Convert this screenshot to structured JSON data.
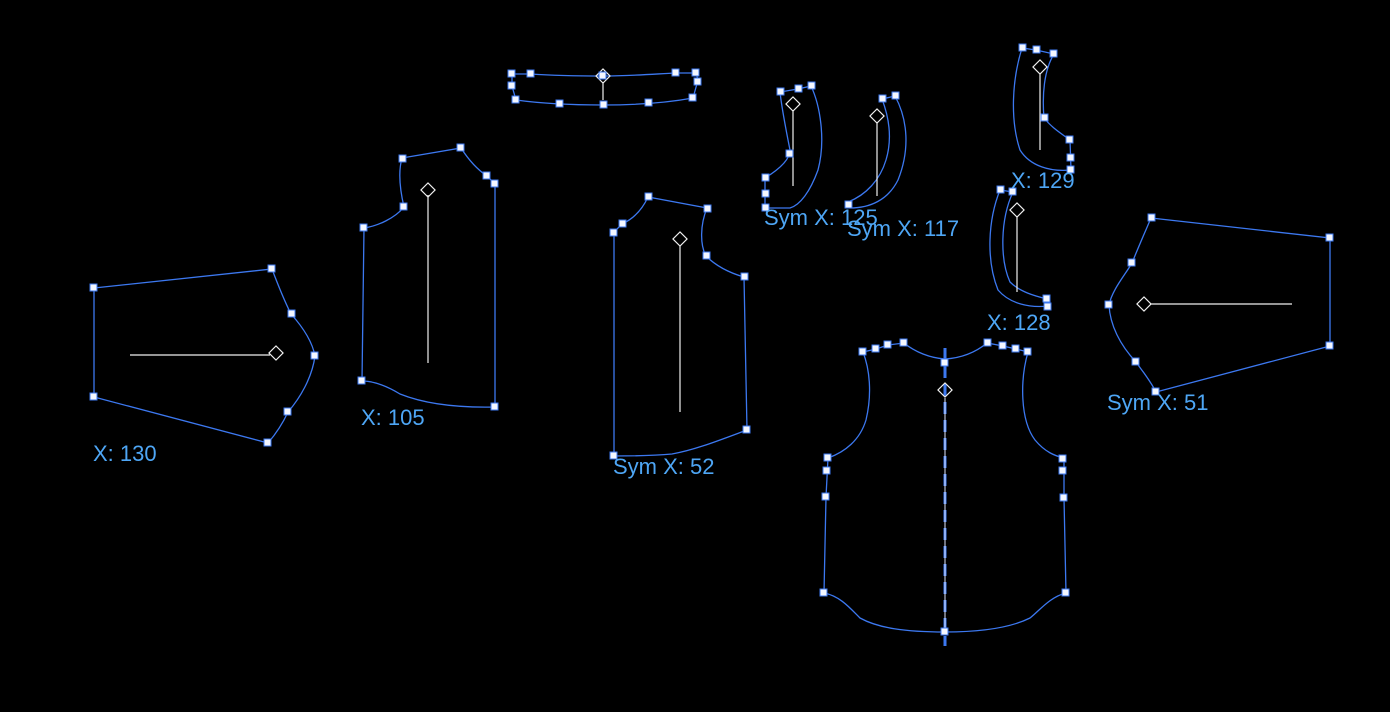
{
  "labels": {
    "sleeve_left": "X: 130",
    "back_left": "X: 105",
    "front_left": "Sym X: 52",
    "facing_1": "Sym X: 125",
    "facing_2": "Sym X: 117",
    "facing_3": "X: 129",
    "facing_4": "X: 128",
    "sleeve_right": "Sym X: 51"
  },
  "colors": {
    "background": "#000000",
    "outline": "#3c78f0",
    "label": "#4ea6f5",
    "grainline": "#f0f0f0"
  }
}
